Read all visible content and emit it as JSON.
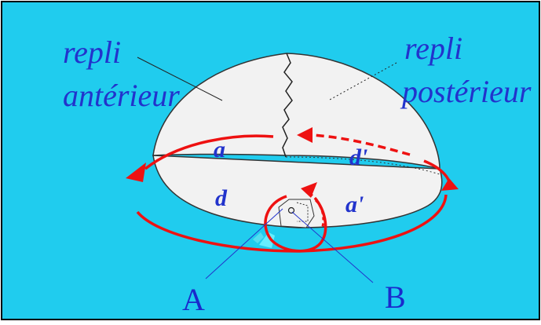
{
  "labels": {
    "repli_anterieur_line1": "repli",
    "repli_anterieur_line2": "antérieur",
    "repli_posterieur_line1": "repli",
    "repli_posterieur_line2": "postérieur",
    "a": "a",
    "d": "d",
    "a_prime": "a'",
    "d_prime": "d'",
    "A": "A",
    "B": "B"
  },
  "colors": {
    "background": "#20CCEE",
    "border": "#000000",
    "dome_fill": "#F2F2F2",
    "dome_stroke": "#333333",
    "arrow": "#EE1111",
    "label_text": "#2233CC",
    "letter_text": "#1A2ACC",
    "pointer_lines": "#2233CC",
    "small_highlight": "#66EEFF"
  }
}
